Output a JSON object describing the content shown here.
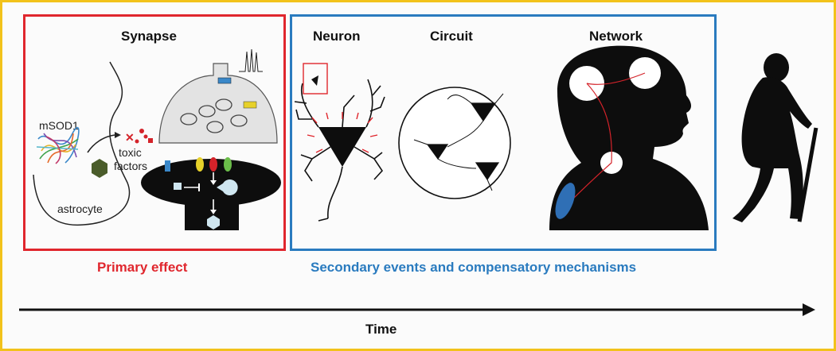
{
  "headings": {
    "synapse": "Synapse",
    "neuron": "Neuron",
    "circuit": "Circuit",
    "network": "Network"
  },
  "labels": {
    "msod1": "mSOD1",
    "toxic_line1": "toxic",
    "toxic_line2": "factors",
    "astrocyte": "astrocyte"
  },
  "captions": {
    "primary": "Primary effect",
    "secondary": "Secondary events and compensatory mechanisms"
  },
  "axis": {
    "time": "Time"
  },
  "colors": {
    "frame": "#f2c21b",
    "primary": "#e0262d",
    "secondary": "#2a7bbf",
    "silhouette": "#0d0d0d"
  },
  "icons": [
    "protein-structure-icon",
    "neuron-icon",
    "elderly-person-with-cane-icon"
  ]
}
